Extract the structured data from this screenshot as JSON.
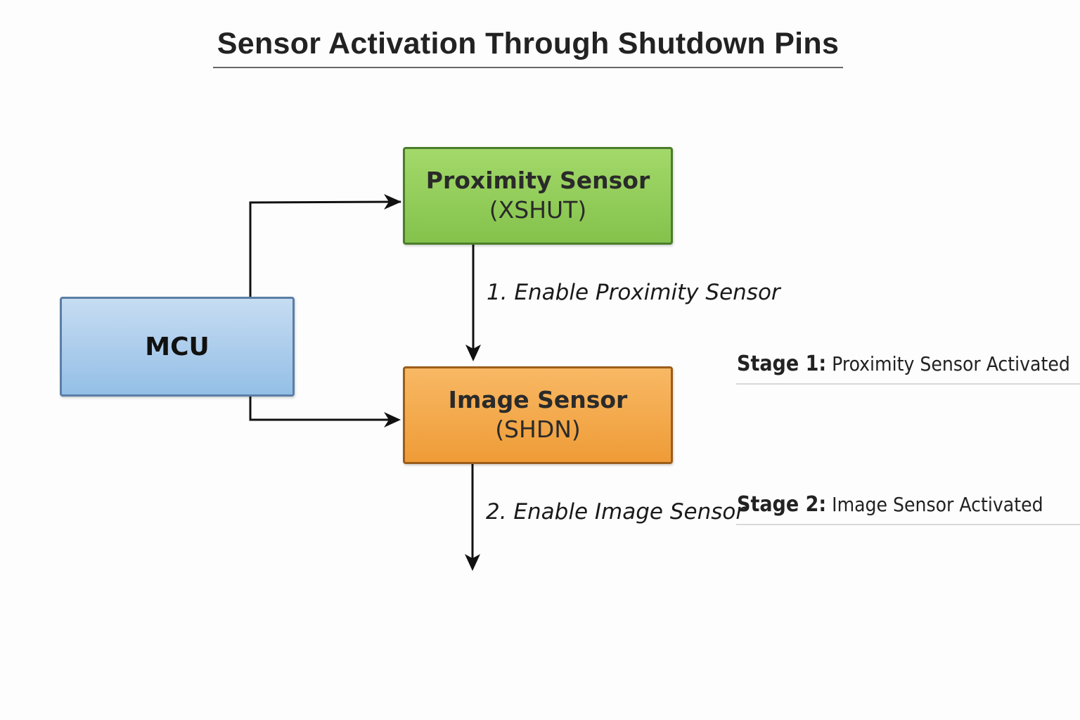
{
  "title": "Sensor Activation Through Shutdown Pins",
  "nodes": {
    "mcu": {
      "label": "MCU",
      "color": "#a9cbec"
    },
    "proximity": {
      "label": "Proximity Sensor",
      "pin": "(XSHUT)",
      "color": "#92cc5b"
    },
    "image": {
      "label": "Image Sensor",
      "pin": "(SHDN)",
      "color": "#f3aa4c"
    }
  },
  "edges": [
    {
      "from": "mcu",
      "to": "proximity"
    },
    {
      "from": "mcu",
      "to": "image"
    },
    {
      "from": "proximity",
      "to": "image",
      "label": "1. Enable Proximity Sensor"
    },
    {
      "from": "image",
      "to": "output",
      "label": "2. Enable Image Sensor"
    }
  ],
  "stages": [
    {
      "label": "Stage 1:",
      "text": "Proximity Sensor Activated"
    },
    {
      "label": "Stage 2:",
      "text": "Image Sensor Activated"
    }
  ]
}
